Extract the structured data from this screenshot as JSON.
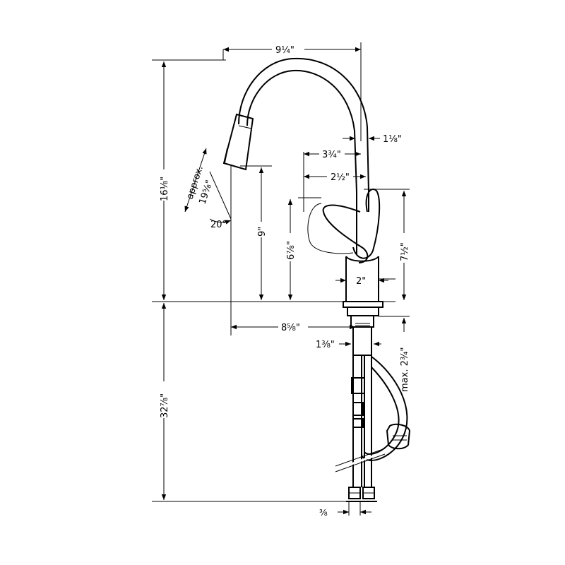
{
  "dimensions": {
    "spout_reach": "9¼\"",
    "spout_tip_width": "1⅛\"",
    "handle_offset": "3¾\"",
    "base_offset": "2½\"",
    "overall_height": "16⅛\"",
    "pullout_length": "approx.\n19⅝\"",
    "pullout_label_line1": "approx.",
    "pullout_label_line2": "19⅝\"",
    "spray_angle": "20°",
    "spout_height": "9\"",
    "handle_height": "6⅞\"",
    "body_height": "7½\"",
    "base_diameter": "2\"",
    "spray_reach": "8⅝\"",
    "shank_diameter": "1⅜\"",
    "max_deck_thickness": "max. 2¾\"",
    "supply_length": "32⅞\"",
    "connection_size": "⅜"
  },
  "colors": {
    "line": "#000000",
    "background": "#ffffff"
  }
}
